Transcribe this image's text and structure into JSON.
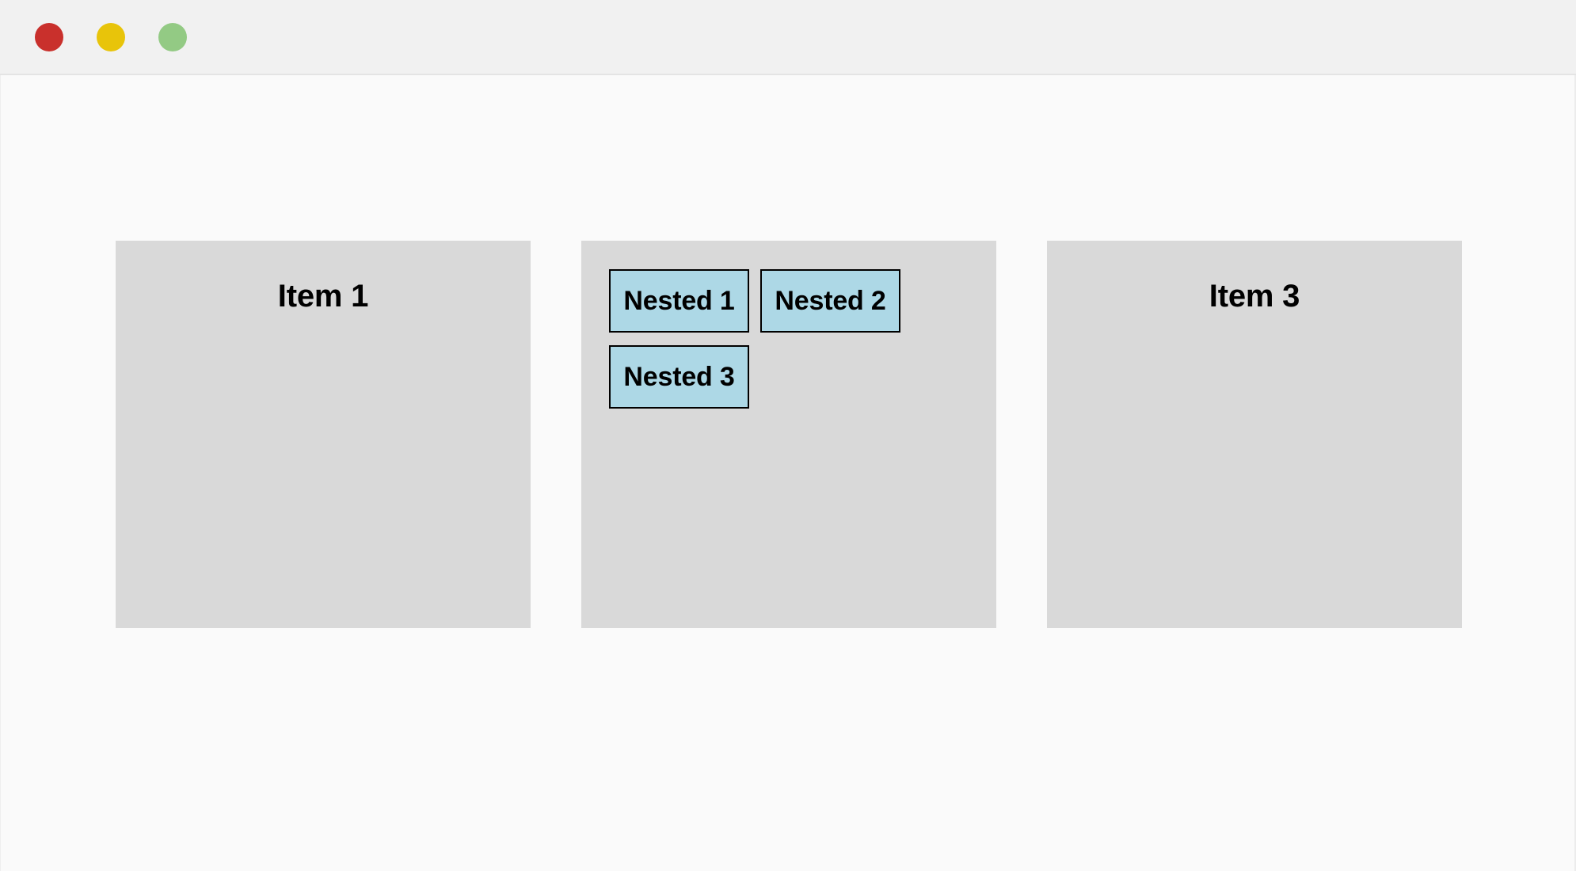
{
  "window": {
    "background_color": "#fafafa",
    "titlebar_color": "#f1f1f1",
    "controls": [
      {
        "name": "close",
        "label": "",
        "color": "#c9302c"
      },
      {
        "name": "minimize",
        "label": "",
        "color": "#e8c40a"
      },
      {
        "name": "maximize",
        "label": "",
        "color": "#93ca84"
      }
    ]
  },
  "layout": {
    "item_background": "#d9d9d9",
    "nested_background": "#add8e6",
    "nested_border_color": "#000000"
  },
  "items": [
    {
      "id": "item-1",
      "label": "Item 1",
      "has_nested": false,
      "nested": []
    },
    {
      "id": "item-2",
      "label": "",
      "has_nested": true,
      "nested": [
        {
          "id": "nested-1",
          "label": "Nested 1"
        },
        {
          "id": "nested-2",
          "label": "Nested 2"
        },
        {
          "id": "nested-3",
          "label": "Nested 3"
        }
      ]
    },
    {
      "id": "item-3",
      "label": "Item 3",
      "has_nested": false,
      "nested": []
    }
  ]
}
